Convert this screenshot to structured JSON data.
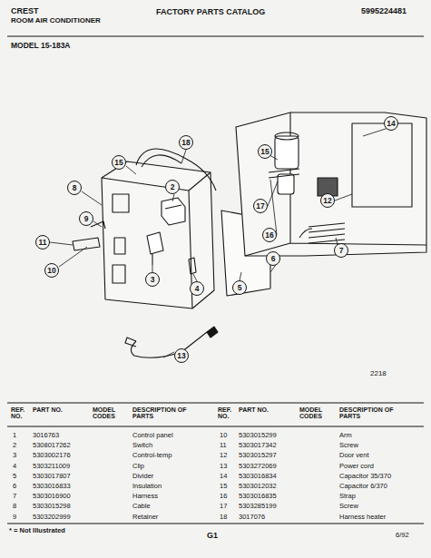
{
  "diagram": {
    "title": "FACTORY PARTS CATALOG",
    "nodes": [
      {
        "text": [
          "14"
        ]
      },
      {
        "text": [
          "18"
        ]
      },
      {
        "text": [
          "15"
        ]
      },
      {
        "text": [
          "15"
        ]
      },
      {
        "text": [
          "8"
        ]
      },
      {
        "text": [
          "2"
        ]
      },
      {
        "text": [
          "12"
        ]
      },
      {
        "text": [
          "17"
        ]
      },
      {
        "text": [
          "9"
        ]
      },
      {
        "text": [
          "16"
        ]
      },
      {
        "text": [
          "11"
        ]
      },
      {
        "text": [
          "6"
        ]
      },
      {
        "text": [
          "7"
        ]
      },
      {
        "text": [
          "10"
        ]
      },
      {
        "text": [
          "3"
        ]
      },
      {
        "text": [
          "5"
        ]
      },
      {
        "text": [
          "4"
        ]
      },
      {
        "text": [
          "13"
        ]
      }
    ],
    "labels": [
      "CREST",
      "ROOM AIR CONDITIONER",
      "5995224481",
      "MODEL 15-183A",
      "2218",
      "REF. NO.",
      "PART NO.",
      "MODEL CODES",
      "DESCRIPTION OF PARTS",
      "REF. NO.",
      "PART NO.",
      "MODEL CODES",
      "DESCRIPTION OF PARTS",
      "1",
      "3016763",
      "Control panel",
      "2",
      "5308017262",
      "Switch",
      "3",
      "5303002176",
      "Control-temp",
      "4",
      "5303211009",
      "Clip",
      "5",
      "5303017807",
      "Divider",
      "6",
      "5303016833",
      "Insulation",
      "7",
      "5303016900",
      "Harness",
      "8",
      "5303015298",
      "Cable",
      "9",
      "5303202999",
      "Retainer",
      "10",
      "5303015299",
      "Arm",
      "11",
      "5303017342",
      "Screw",
      "12",
      "5303015297",
      "Door vent",
      "13",
      "5303272069",
      "Power cord",
      "14",
      "5303016834",
      "Capacitor 35/370",
      "15",
      "5303012032",
      "Capacitor 6/370",
      "16",
      "5303016835",
      "Strap",
      "17",
      "5303285199",
      "Screw",
      "18",
      "3017076",
      "Harness heater",
      "* = Not Illustrated",
      "G1",
      "6/92"
    ]
  }
}
